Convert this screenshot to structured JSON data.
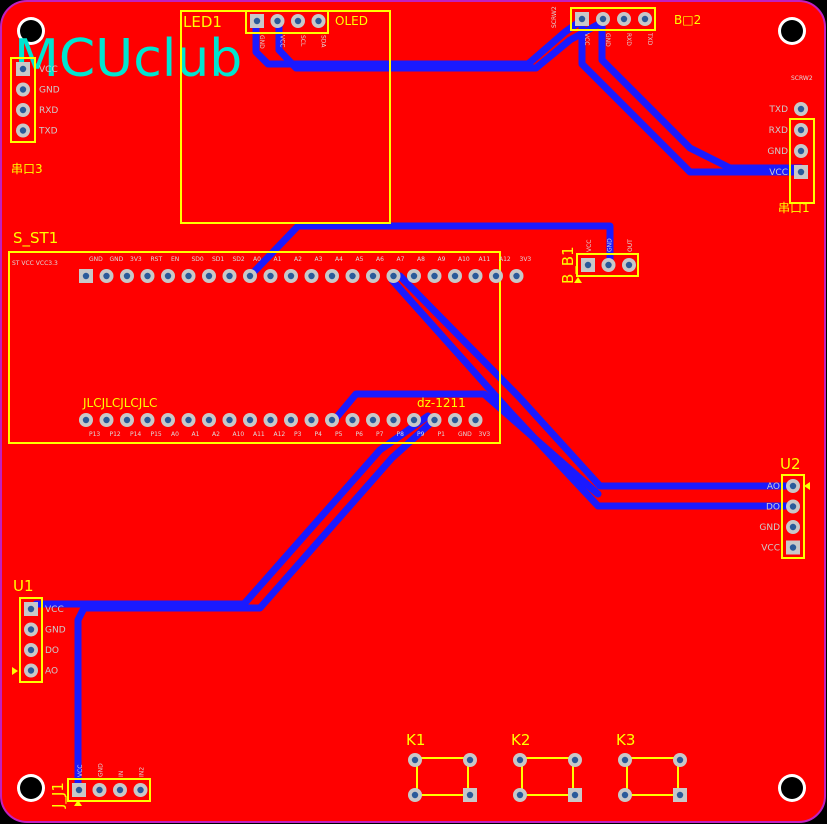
{
  "board": {
    "logo_text": "MCUclub",
    "colors": {
      "copper": "#ff0000",
      "silkscreen": "#ffff00",
      "trace": "#1a1aff",
      "board_edge": "#c020c0",
      "pad": "#c8c8c8",
      "logo": "#00e5d0"
    }
  },
  "components": {
    "led1": {
      "ref": "LED1",
      "name": "OLED",
      "pins": [
        "GND",
        "VCC",
        "SCL",
        "SDA"
      ]
    },
    "mid_top": {
      "ref": "B□2",
      "small": "SCRW2",
      "pins": [
        "VCC",
        "GND",
        "RXD",
        "TXD"
      ]
    },
    "left_top": {
      "ref": "串口3",
      "pins": [
        "VCC",
        "GND",
        "RXD",
        "TXD"
      ]
    },
    "right_top": {
      "ref": "串口1",
      "small": "SCRW2",
      "pins": [
        "TXD",
        "RXD",
        "GND",
        "VCC"
      ]
    },
    "s_st1": {
      "ref": "S_ST1",
      "left_label": "ST VCC VCC3.3",
      "top_text": "JLCJLCJLCJLC",
      "model": "dz-1211",
      "top_pins": [
        "GND",
        "GND",
        "3V3",
        "RST",
        "EN",
        "SD0",
        "SD1",
        "SD2",
        "A0",
        "A1",
        "A2",
        "A3",
        "A4",
        "A5",
        "A6",
        "A7",
        "A8",
        "A9",
        "A10",
        "A11",
        "A12",
        "3V3"
      ],
      "bottom_pins": [
        "P13",
        "P12",
        "P14",
        "P15",
        "A0",
        "A1",
        "A2",
        "A10",
        "A11",
        "A12",
        "P3",
        "P4",
        "P5",
        "P6",
        "P7",
        "P8",
        "P9",
        "P1",
        "GND",
        "3V3"
      ]
    },
    "b_b1": {
      "ref": "B_B1",
      "pins": [
        "VCC",
        "GND",
        "OUT"
      ]
    },
    "u2": {
      "ref": "U2",
      "pins": [
        "AO",
        "DO",
        "GND",
        "VCC"
      ]
    },
    "u1": {
      "ref": "U1",
      "pins": [
        "VCC",
        "GND",
        "DO",
        "AO"
      ]
    },
    "j_j1": {
      "ref": "J_J1",
      "pins": [
        "VCC",
        "GND",
        "IN",
        "IN2"
      ]
    },
    "buttons": [
      "K1",
      "K2",
      "K3"
    ]
  }
}
